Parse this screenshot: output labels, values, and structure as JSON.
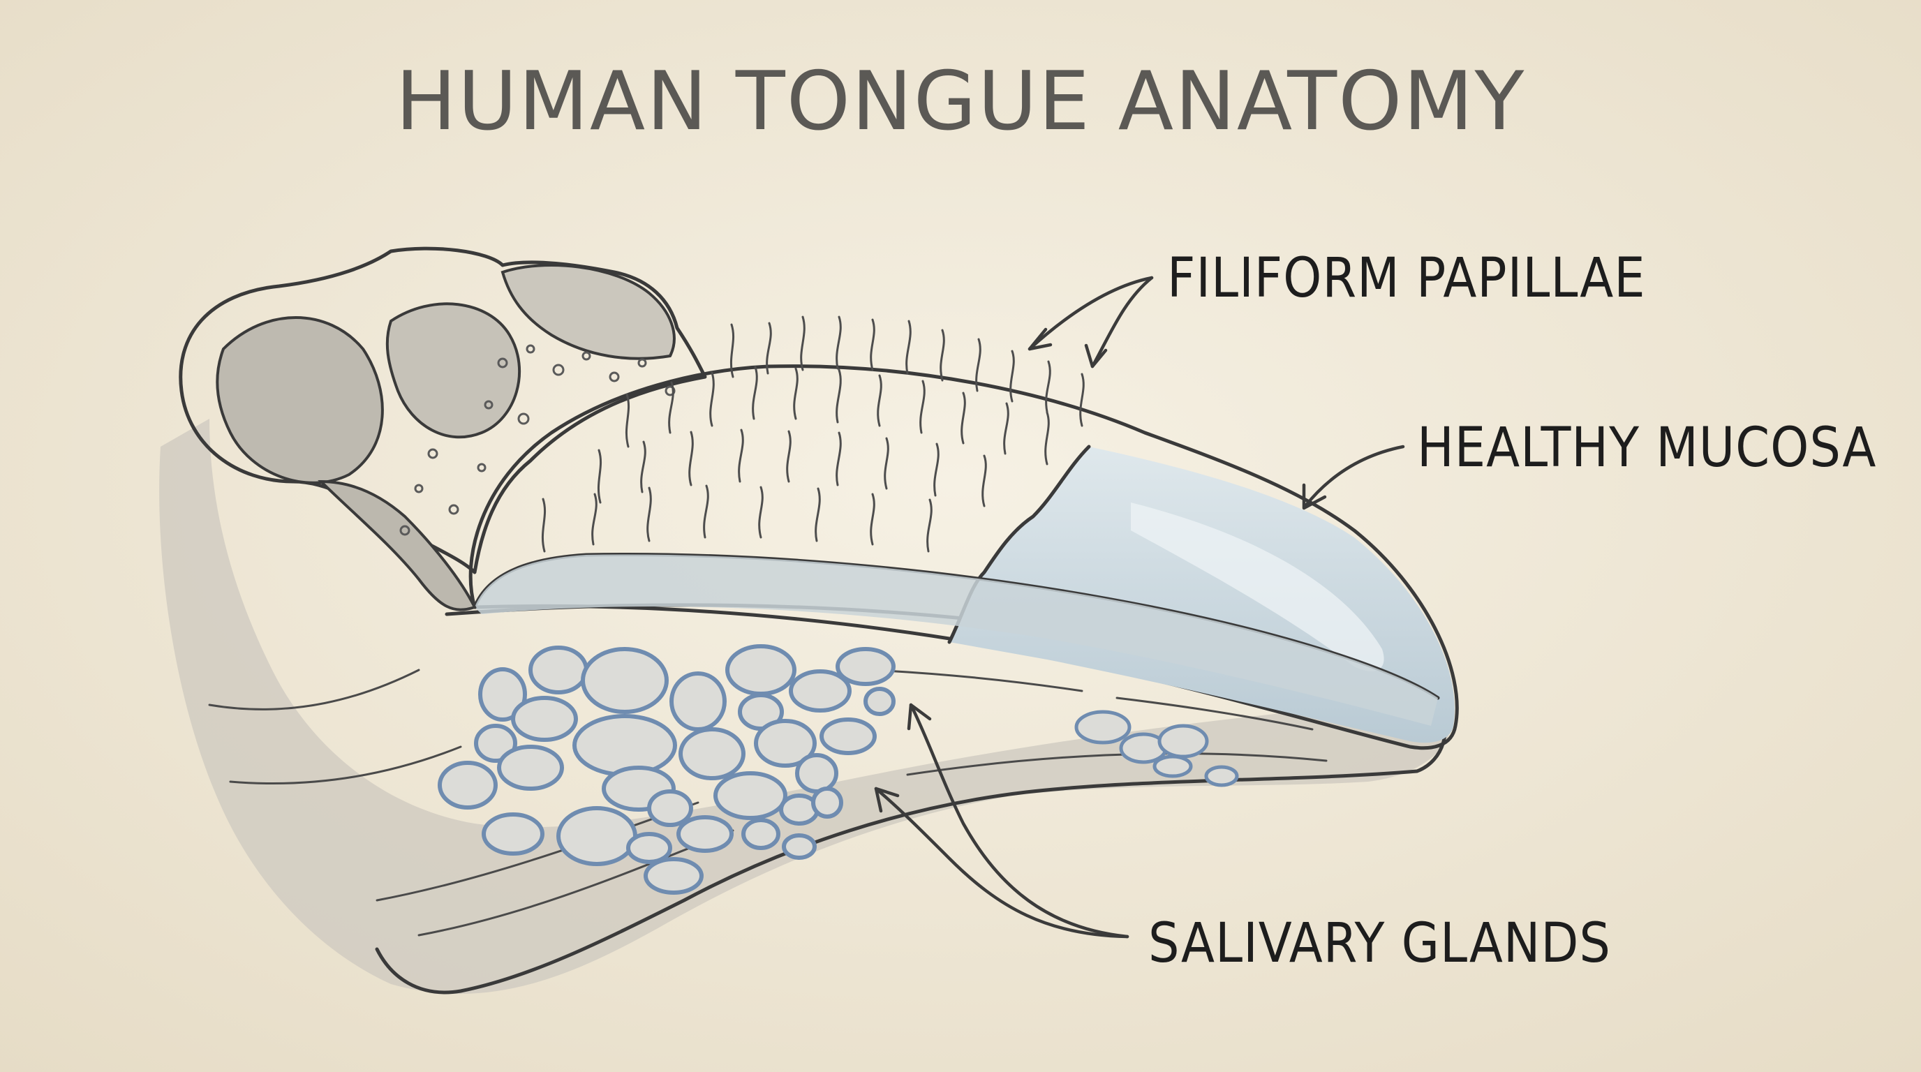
{
  "title": "HUMAN TONGUE ANATOMY",
  "labels": {
    "filiform": "FILIFORM PAPILLAE",
    "mucosa": "HEALTHY MUCOSA",
    "salivary": "SALIVARY GLANDS"
  },
  "colors": {
    "paper": "#f1ebdc",
    "tissue": "#d9d5cb",
    "tissue_shadow": "#c4c0b6",
    "mucosa": "#cbd8df",
    "gland_fill": "#dcdcd8",
    "gland_outline": "#6f8cb0",
    "ink": "#3a3a3a"
  }
}
